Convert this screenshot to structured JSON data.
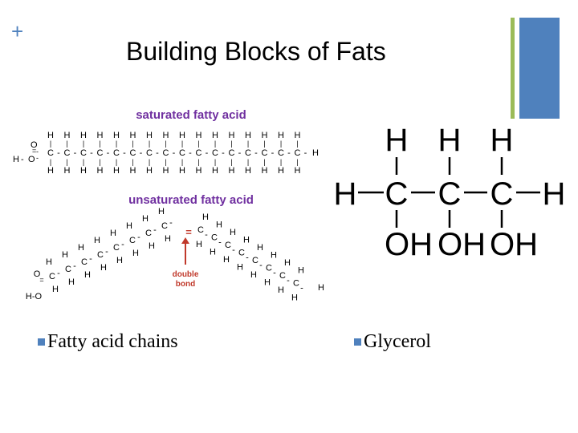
{
  "slide": {
    "title": "Building Blocks of Fats",
    "bullets": [
      "Fatty acid chains",
      "Glycerol"
    ],
    "accent_color": "#4f81bd",
    "secondary_accent": "#9bbb59"
  },
  "fatty_acid_figure": {
    "saturated_label": "saturated fatty acid",
    "unsaturated_label": "unsaturated fatty acid",
    "double_bond_label": [
      "double",
      "bond"
    ],
    "label_color": "#7030a0",
    "annotation_color": "#c0392b"
  },
  "glycerol_figure": {
    "carbons": [
      "C",
      "C",
      "C"
    ],
    "hydrogens_top": [
      "H",
      "H",
      "H"
    ],
    "hydroxyls": [
      "OH",
      "OH",
      "OH"
    ],
    "end_h_left": "H",
    "end_h_right": "H"
  }
}
